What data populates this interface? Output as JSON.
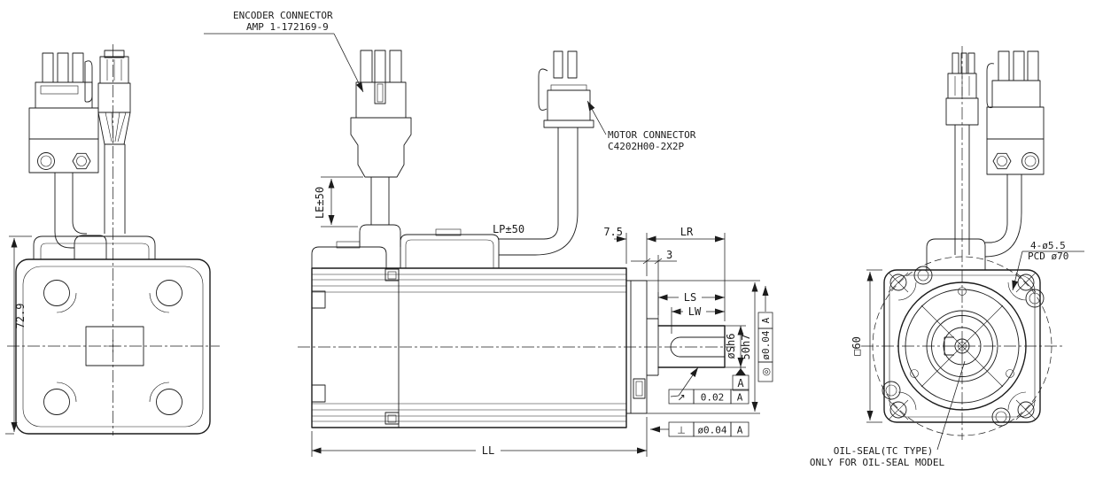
{
  "drawing": {
    "background": "#ffffff",
    "line_color": "#1c1c1c",
    "callouts": {
      "encoder_line1": "ENCODER CONNECTOR",
      "encoder_line2": "AMP 1-172169-9",
      "motor_line1": "MOTOR CONNECTOR",
      "motor_line2": "C4202H00-2X2P",
      "holes_line1": "4-ø5.5",
      "holes_line2": "PCD ø70",
      "oil_line1": "OIL-SEAL(TC TYPE)",
      "oil_line2": "ONLY FOR OIL-SEAL MODEL"
    },
    "dimensions": {
      "rear_height": "72.9",
      "encoder_lead": "LE±50",
      "motor_lead": "LP±50",
      "flange_thickness": "7.5",
      "shaft_length": "LR",
      "pilot_step": "3",
      "shaft_step": "LS",
      "keyway_length": "LW",
      "shaft_diameter": "øSh6",
      "pilot_diameter": "50h7",
      "total_length": "LL",
      "flange_square": "□60"
    },
    "gdt": {
      "concentricity": {
        "symbol": "◎",
        "value": "ø0.04",
        "datum": "A"
      },
      "runout": {
        "symbol": "↗",
        "value": "0.02",
        "datum": "A"
      },
      "perpendicularity": {
        "symbol": "⊥",
        "value": "ø0.04",
        "datum": "A"
      },
      "datum_label": "A"
    }
  }
}
